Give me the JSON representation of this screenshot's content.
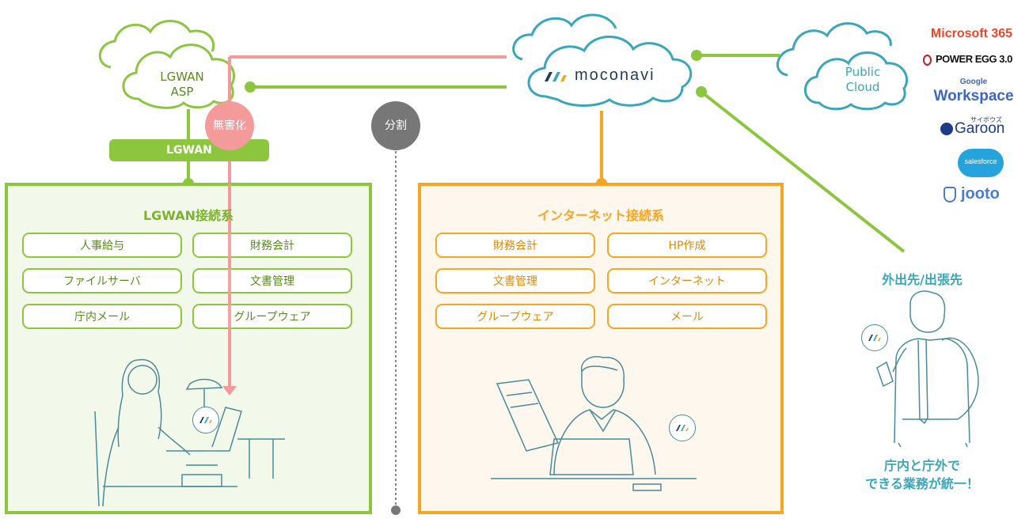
{
  "clouds": {
    "lgwan_asp": {
      "line1": "LGWAN",
      "line2": "ASP"
    },
    "moconavi": {
      "brand": "moconavi"
    },
    "public_cloud": {
      "line1": "Public",
      "line2": "Cloud"
    }
  },
  "lgwan_bar": "LGWAN",
  "badges": {
    "sanitize": "無害化",
    "split": "分割"
  },
  "lgwan_panel": {
    "title": "LGWAN接続系",
    "items": [
      "人事給与",
      "財務会計",
      "ファイルサーバ",
      "文書管理",
      "庁内メール",
      "グループウェア"
    ]
  },
  "internet_panel": {
    "title": "インターネット接続系",
    "items": [
      "財務会計",
      "HP作成",
      "文書管理",
      "インターネット",
      "グループウェア",
      "メール"
    ]
  },
  "services": {
    "microsoft": "Microsoft 365",
    "poweregg": "POWER EGG 3.0",
    "google_small": "Google",
    "google_big": "Workspace",
    "garoon_ruby": "サイボウズ",
    "garoon": "Garoon",
    "salesforce": "salesforce",
    "jooto": "jooto"
  },
  "outside": {
    "title": "外出先/出張先",
    "line1": "庁内と庁外で",
    "line2": "できる業務が統一！"
  },
  "colors": {
    "green": "#8cc63f",
    "orange": "#f5a623",
    "pink": "#f49a9a",
    "teal": "#3aa6b9",
    "grey": "#777777"
  }
}
